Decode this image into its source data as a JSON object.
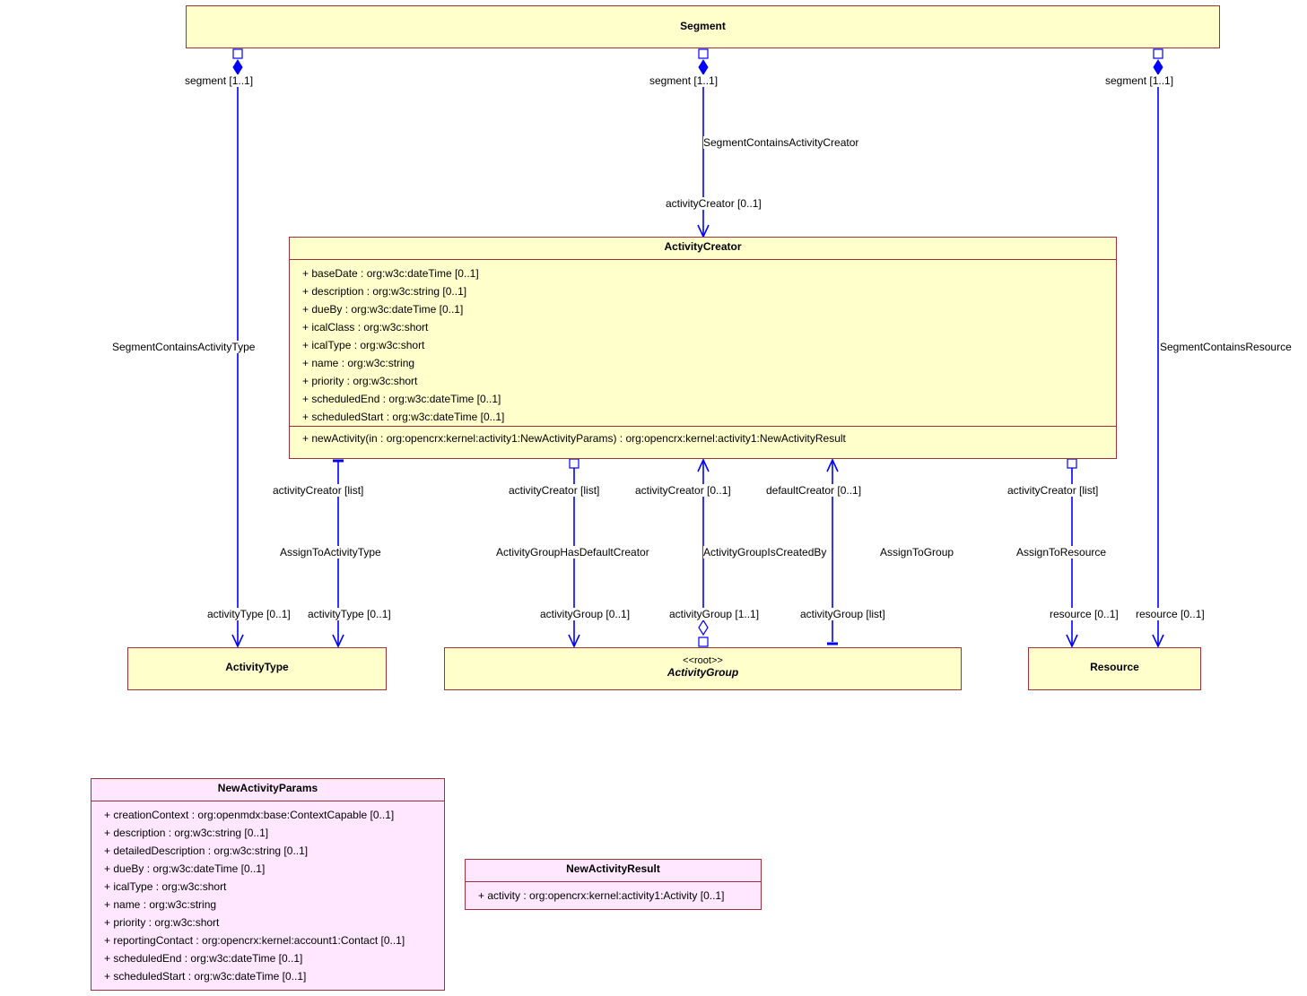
{
  "classes": {
    "segment": {
      "name": "Segment"
    },
    "activity_creator": {
      "name": "ActivityCreator",
      "attributes": [
        "+ baseDate : org:w3c:dateTime [0..1]",
        "+ description : org:w3c:string [0..1]",
        "+ dueBy : org:w3c:dateTime [0..1]",
        "+ icalClass : org:w3c:short",
        "+ icalType : org:w3c:short",
        "+ name : org:w3c:string",
        "+ priority : org:w3c:short",
        "+ scheduledEnd : org:w3c:dateTime [0..1]",
        "+ scheduledStart : org:w3c:dateTime [0..1]"
      ],
      "operations": [
        "+ newActivity(in : org:opencrx:kernel:activity1:NewActivityParams) : org:opencrx:kernel:activity1:NewActivityResult"
      ]
    },
    "activity_type": {
      "name": "ActivityType"
    },
    "activity_group": {
      "stereotype": "<<root>>",
      "name": "ActivityGroup"
    },
    "resource": {
      "name": "Resource"
    },
    "new_activity_params": {
      "name": "NewActivityParams",
      "attributes": [
        "+ creationContext : org:openmdx:base:ContextCapable [0..1]",
        "+ description : org:w3c:string [0..1]",
        "+ detailedDescription : org:w3c:string [0..1]",
        "+ dueBy : org:w3c:dateTime [0..1]",
        "+ icalType : org:w3c:short",
        "+ name : org:w3c:string",
        "+ priority : org:w3c:short",
        "+ reportingContact : org:opencrx:kernel:account1:Contact [0..1]",
        "+ scheduledEnd : org:w3c:dateTime [0..1]",
        "+ scheduledStart : org:w3c:dateTime [0..1]"
      ]
    },
    "new_activity_result": {
      "name": "NewActivityResult",
      "attributes": [
        "+ activity : org:opencrx:kernel:activity1:Activity [0..1]"
      ]
    }
  },
  "associations": {
    "segment_contains_activity_type": {
      "name": "SegmentContainsActivityType",
      "source_role": "segment [1..1]",
      "target_role": "activityType [0..1]"
    },
    "segment_contains_activity_creator": {
      "name": "SegmentContainsActivityCreator",
      "source_role": "segment [1..1]",
      "target_role": "activityCreator [0..1]"
    },
    "segment_contains_resource": {
      "name": "SegmentContainsResource",
      "source_role": "segment [1..1]",
      "target_role": "resource [0..1]"
    },
    "assign_to_activity_type": {
      "name": "AssignToActivityType",
      "source_role": "activityCreator [list]",
      "target_role": "activityType [0..1]"
    },
    "activity_group_has_default_creator": {
      "name": "ActivityGroupHasDefaultCreator",
      "source_role": "activityCreator [list]",
      "target_role": "activityGroup [0..1]"
    },
    "activity_group_is_created_by": {
      "name": "ActivityGroupIsCreatedBy",
      "source_role": "activityCreator [0..1]",
      "target_role": "activityGroup [1..1]"
    },
    "assign_to_group": {
      "name": "AssignToGroup",
      "source_role": "defaultCreator [0..1]",
      "target_role": "activityGroup [list]"
    },
    "assign_to_resource": {
      "name": "AssignToResource",
      "source_role": "activityCreator [list]",
      "target_role": "resource [0..1]"
    }
  },
  "colors": {
    "line": "#0000ff",
    "class_border": "#a0303a",
    "class_fill": "#ffffcc",
    "datatype_fill": "#ffe8ff"
  }
}
